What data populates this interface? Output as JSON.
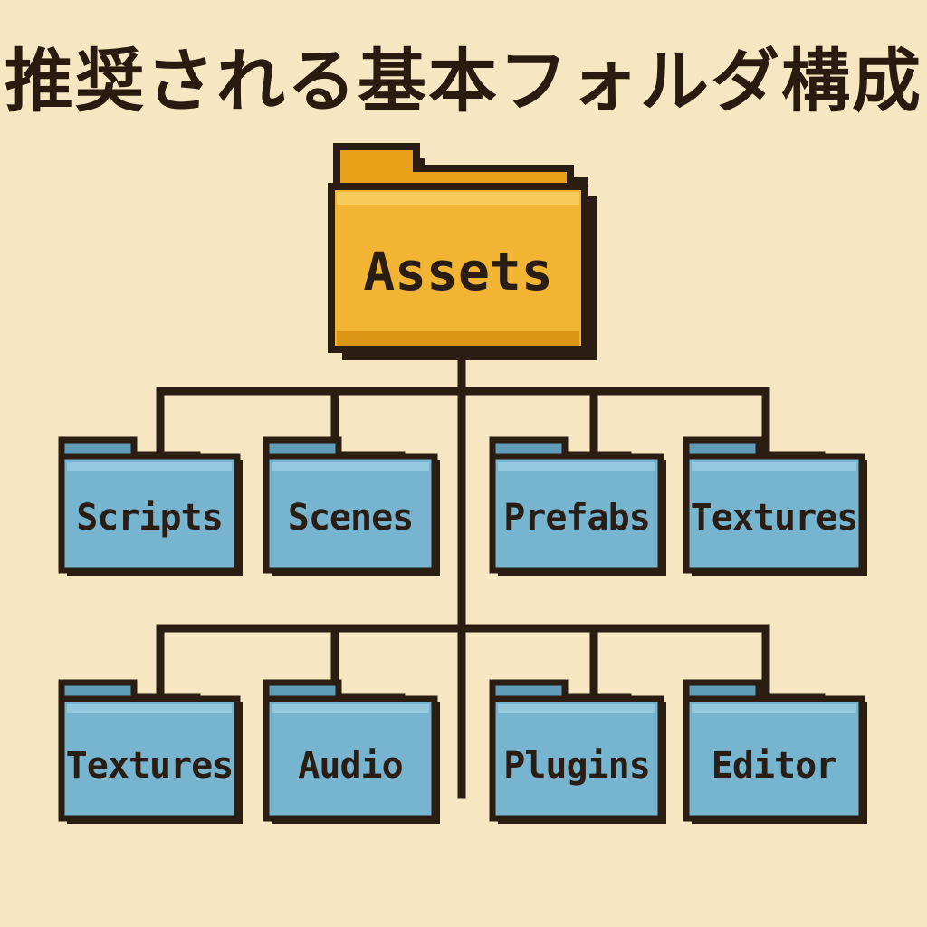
{
  "title": "推奨される基本フォルダ構成",
  "root": {
    "name": "Assets"
  },
  "row1": [
    {
      "name": "Scripts"
    },
    {
      "name": "Scenes"
    },
    {
      "name": "Prefabs"
    },
    {
      "name": "Textures"
    }
  ],
  "row2": [
    {
      "name": "Textures"
    },
    {
      "name": "Audio"
    },
    {
      "name": "Plugins"
    },
    {
      "name": "Editor"
    }
  ],
  "colors": {
    "background": "#f6e6c2",
    "root_folder": "#f2b433",
    "child_folder": "#76b4cf",
    "outline": "#2b1d12",
    "connector": "#2b1d12"
  }
}
